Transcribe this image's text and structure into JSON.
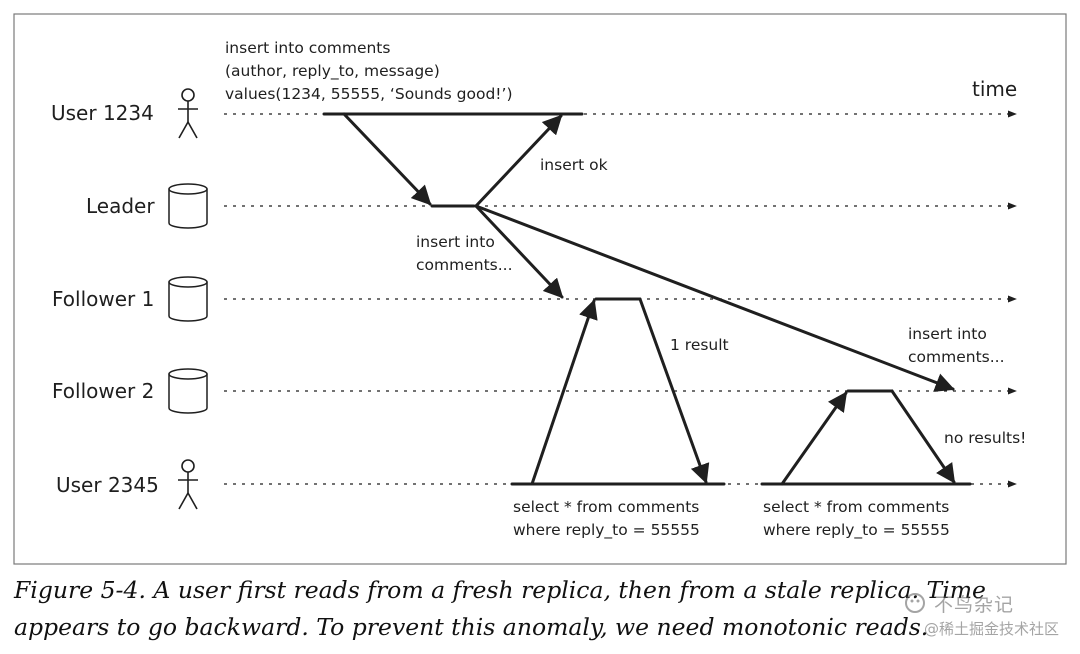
{
  "lanes": [
    {
      "label": "User 1234",
      "icon": "user-icon"
    },
    {
      "label": "Leader",
      "icon": "database-icon"
    },
    {
      "label": "Follower 1",
      "icon": "database-icon"
    },
    {
      "label": "Follower 2",
      "icon": "database-icon"
    },
    {
      "label": "User 2345",
      "icon": "user-icon"
    }
  ],
  "time_label": "time",
  "notes": {
    "insert_line1": "insert into comments",
    "insert_line2": "(author, reply_to, message)",
    "insert_line3": "values(1234, 55555, ‘Sounds good!’)",
    "insert_ok": "insert ok",
    "replicate_f1_line1": "insert into",
    "replicate_f1_line2": "comments...",
    "one_result": "1 result",
    "replicate_f2_line1": "insert into",
    "replicate_f2_line2": "comments...",
    "no_results": "no results!",
    "select1_line1": "select * from comments",
    "select1_line2": "where reply_to = 55555",
    "select2_line1": "select * from comments",
    "select2_line2": "where reply_to = 55555"
  },
  "caption": "Figure 5-4. A user first reads from a fresh replica, then from a stale replica. Time appears to go backward. To prevent this anomaly, we need monotonic reads.",
  "watermark": {
    "line1": "不鸟杂记",
    "line2": "@稀土掘金技术社区"
  },
  "colors": {
    "ink": "#1f1f1f",
    "frame": "#7a7a7a"
  }
}
